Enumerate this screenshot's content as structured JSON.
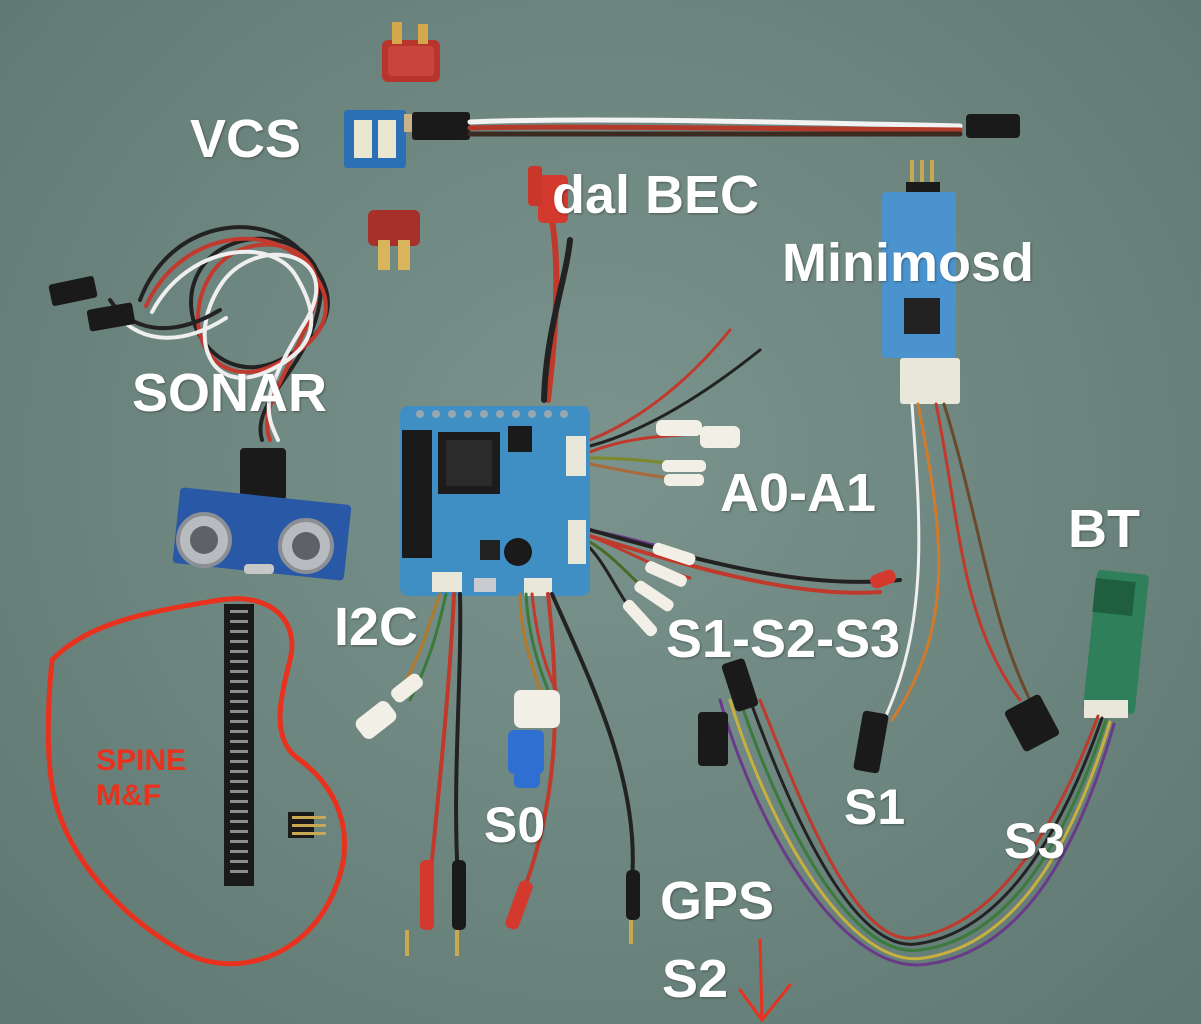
{
  "labels": {
    "vcs": "VCS",
    "dal_bec": "dal BEC",
    "minimosd": "Minimosd",
    "sonar": "SONAR",
    "a0_a1": "A0-A1",
    "bt": "BT",
    "i2c": "I2C",
    "s1_s2_s3": "S1-S2-S3",
    "spine_line1": "SPINE",
    "spine_line2": "M&F",
    "s0": "S0",
    "s1": "S1",
    "s3": "S3",
    "gps": "GPS",
    "s2": "S2"
  },
  "colors": {
    "background": "#6f8781",
    "board": "#3f8fc4",
    "label_text": "#ffffff",
    "annotation_red": "#e8321e"
  }
}
